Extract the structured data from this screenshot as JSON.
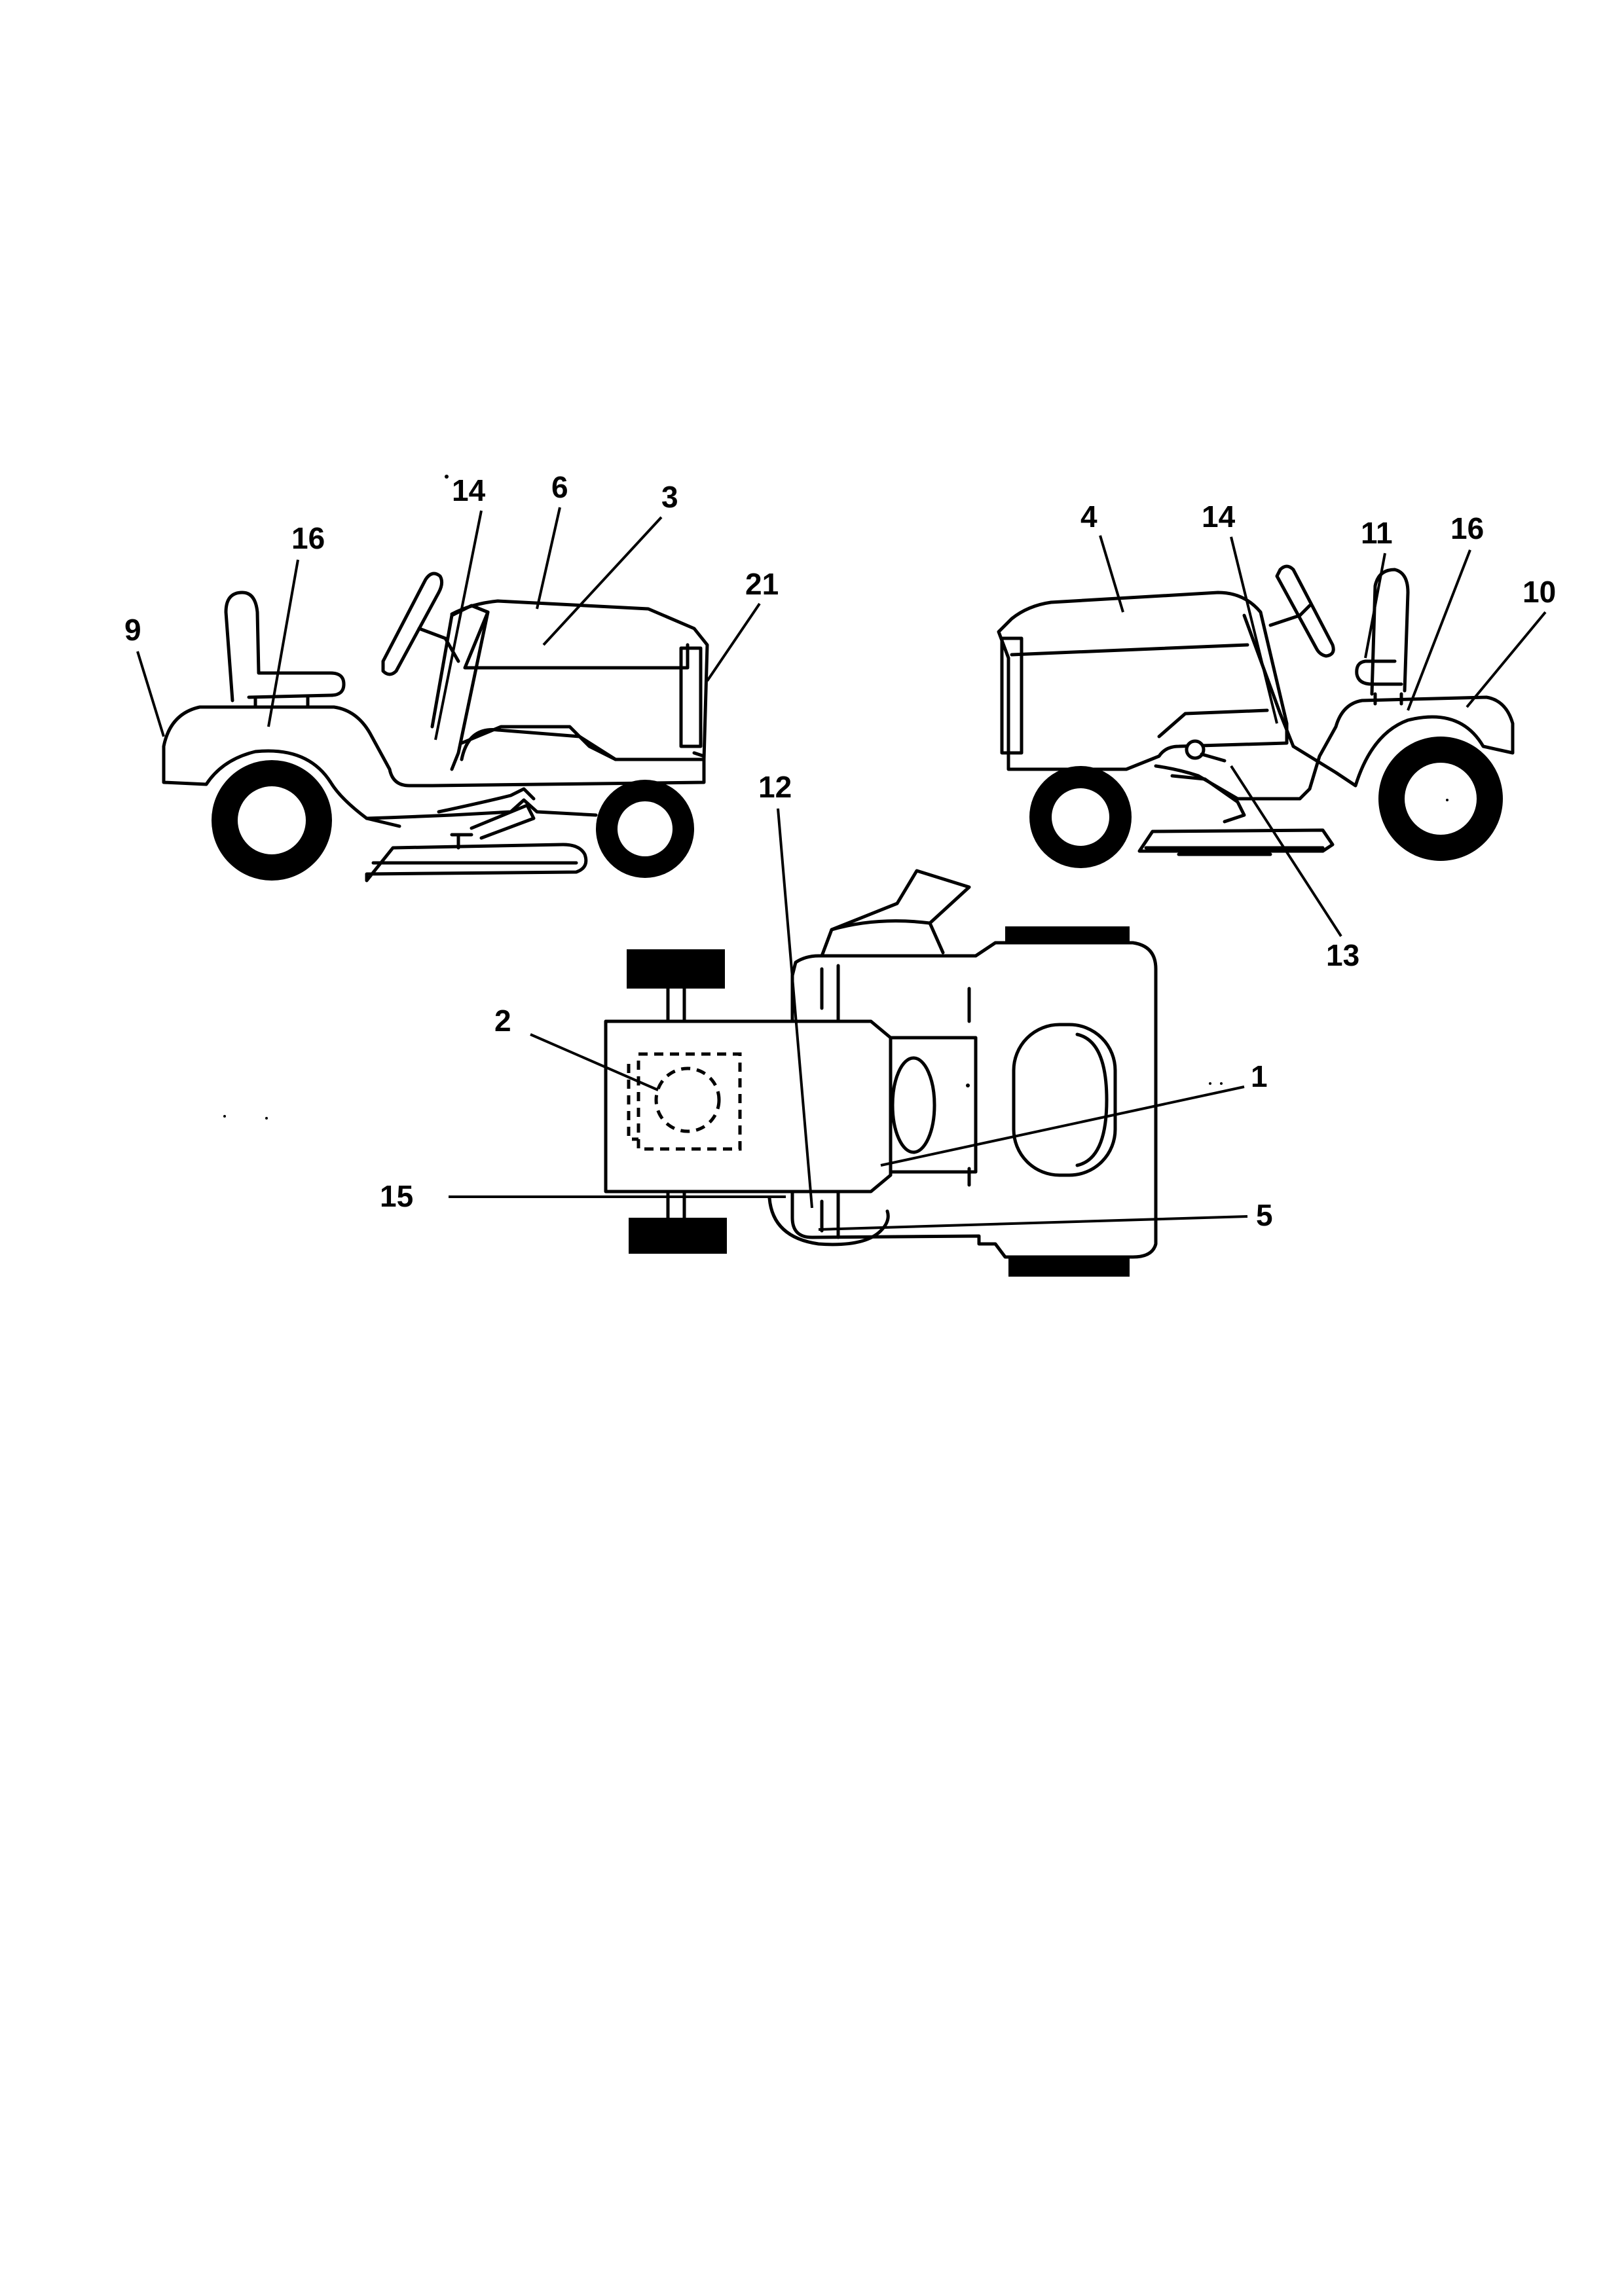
{
  "diagram": {
    "views": {
      "left_side": {
        "callouts": {
          "c14": "14",
          "c6": "6",
          "c3": "3",
          "c16": "16",
          "c21": "21",
          "c9": "9"
        }
      },
      "right_side": {
        "callouts": {
          "c4": "4",
          "c14": "14",
          "c11": "11",
          "c16": "16",
          "c10": "10",
          "c13": "13"
        }
      },
      "top": {
        "callouts": {
          "c12": "12",
          "c2": "2",
          "c1": "1",
          "c15": "15",
          "c5": "5"
        }
      }
    }
  }
}
